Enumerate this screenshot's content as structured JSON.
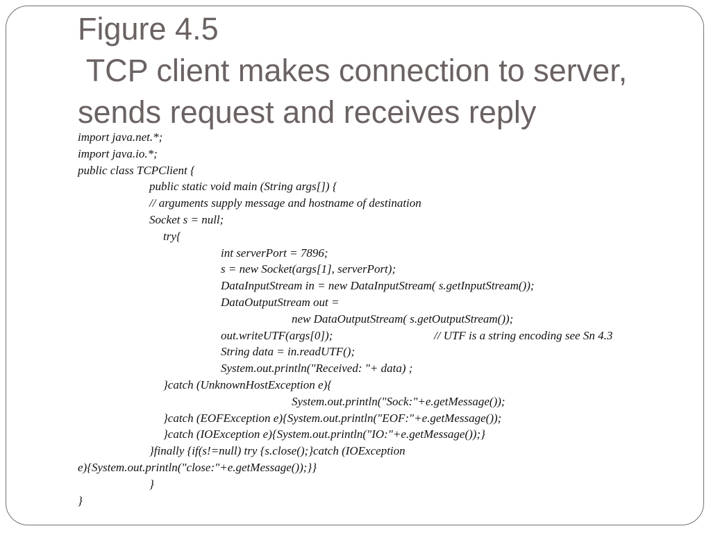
{
  "title": {
    "line1": "Figure 4.5",
    "line2": " TCP client makes connection to server,",
    "line3": "sends request and receives reply"
  },
  "code": [
    {
      "text": "import java.net.*;"
    },
    {
      "text": "import java.io.*;"
    },
    {
      "text": "public class TCPClient {"
    },
    {
      "text": "public static void main (String args[]) {"
    },
    {
      "text": "// arguments supply message and hostname of destination"
    },
    {
      "text": "Socket s = null;"
    },
    {
      "text": "try{"
    },
    {
      "text": "int serverPort = 7896;"
    },
    {
      "text": "s = new Socket(args[1], serverPort);"
    },
    {
      "text": "DataInputStream in = new DataInputStream( s.getInputStream());"
    },
    {
      "text": "DataOutputStream out ="
    },
    {
      "text": "new DataOutputStream( s.getOutputStream());"
    },
    {
      "text": "out.writeUTF(args[0]);",
      "comment": "// UTF is a string encoding see Sn 4.3"
    },
    {
      "text": "String data = in.readUTF();"
    },
    {
      "text": "System.out.println(\"Received: \"+ data) ;"
    },
    {
      "text": "}catch (UnknownHostException e){"
    },
    {
      "text": "System.out.println(\"Sock:\"+e.getMessage());"
    },
    {
      "text": "}catch (EOFException e){System.out.println(\"EOF:\"+e.getMessage());"
    },
    {
      "text": "}catch (IOException e){System.out.println(\"IO:\"+e.getMessage());}"
    },
    {
      "text": "}finally {if(s!=null) try {s.close();}catch (IOException"
    },
    {
      "text": "e){System.out.println(\"close:\"+e.getMessage());}}"
    },
    {
      "text": "}"
    },
    {
      "text": "}"
    }
  ]
}
